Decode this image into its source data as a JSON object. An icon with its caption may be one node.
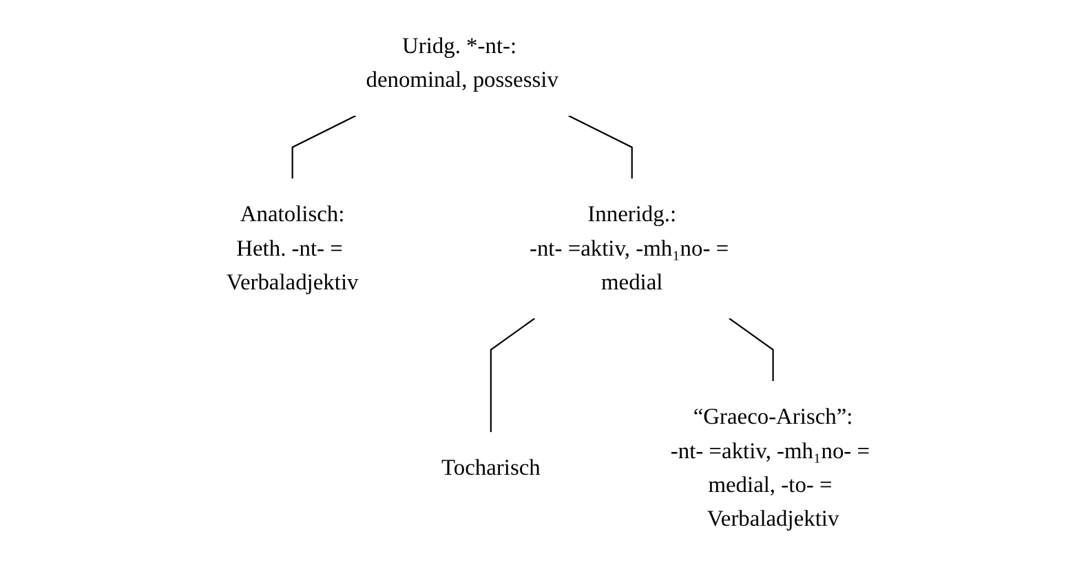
{
  "diagram": {
    "nodes": [
      {
        "text": [
          "Uridg. *-nt-: denominal, possessiv"
        ]
      },
      {
        "text": [
          "Anatolisch:",
          "Heth. -nt- = Verbaladjektiv"
        ]
      },
      {
        "text": [
          "Inneridg.:",
          "-nt- =aktiv, -mh₁no- = medial"
        ]
      },
      {
        "text": [
          "Tocharisch"
        ]
      },
      {
        "text": [
          "“Graeco-Arisch”:",
          "-nt- =aktiv, -mh₁no- = medial, -to- = Verbaladjektiv"
        ]
      }
    ],
    "edges": [
      {
        "from": 0,
        "to": 1,
        "arrow": "none"
      },
      {
        "from": 0,
        "to": 2,
        "arrow": "none"
      },
      {
        "from": 2,
        "to": 3,
        "arrow": "none"
      },
      {
        "from": 2,
        "to": 4,
        "arrow": "none"
      }
    ]
  }
}
